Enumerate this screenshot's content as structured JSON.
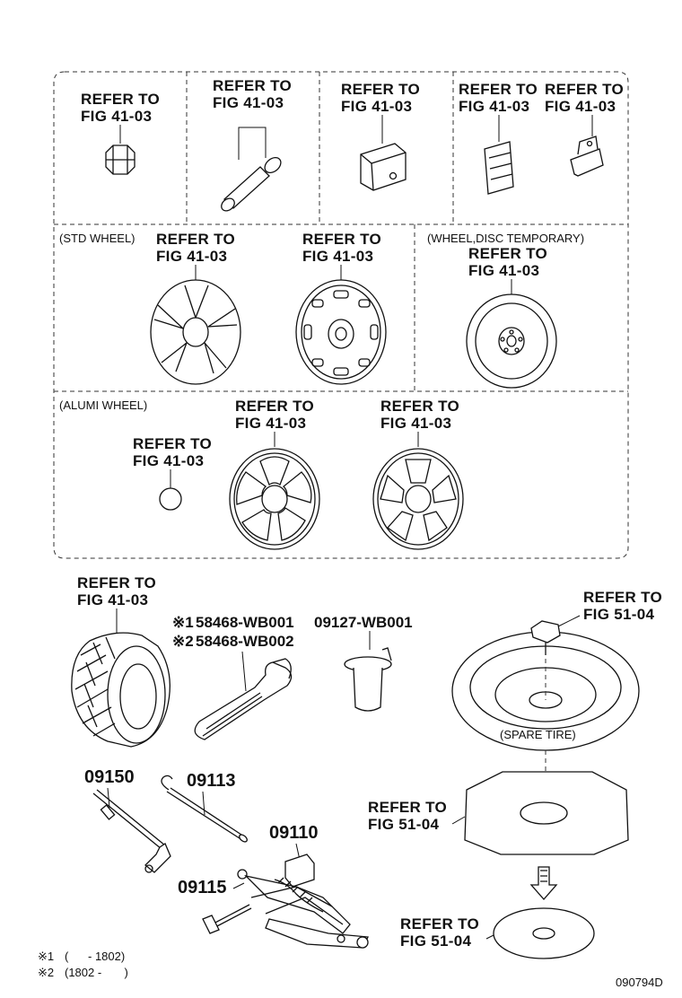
{
  "refer_to": "REFER TO",
  "fig_41_03": "FIG 41-03",
  "fig_51_04": "FIG 51-04",
  "groups": {
    "std_wheel": "(STD WHEEL)",
    "wheel_disc_temporary": "(WHEEL,DISC TEMPORARY)",
    "alumi_wheel": "(ALUMI WHEEL)"
  },
  "parts": {
    "tie_down_note1_mark": "※1",
    "tie_down_1": "58468-WB001",
    "tie_down_note2_mark": "※2",
    "tie_down_2": "58468-WB002",
    "tool_bag": "09127-WB001",
    "jack_handle": "09150",
    "jack_rod": "09113",
    "jack": "09110",
    "jack_bolt": "09115"
  },
  "spare_tire_caption": "(SPARE TIRE)",
  "footnotes": [
    {
      "mark": "※1",
      "range": "(      - 1802)"
    },
    {
      "mark": "※2",
      "range": "(1802 -       )"
    }
  ],
  "diagram_id": "090794D"
}
